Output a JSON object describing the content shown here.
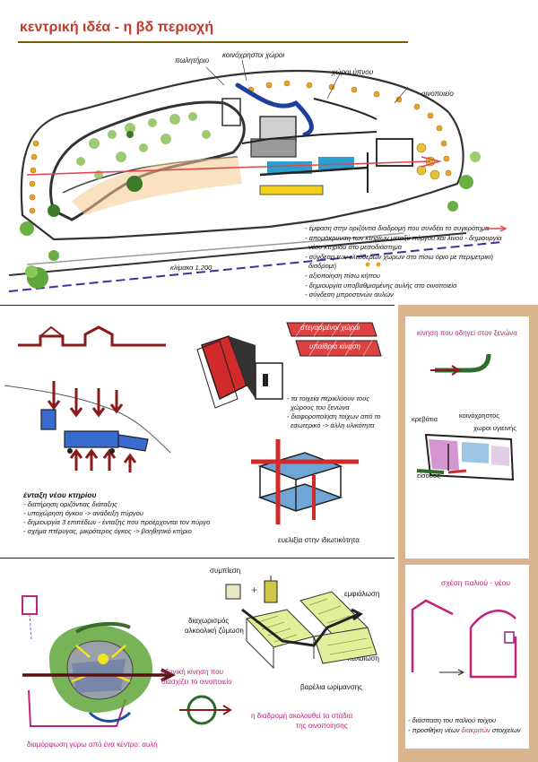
{
  "title": "κεντρική ιδέα - η βδ περιοχή",
  "colors": {
    "title": "#c0392b",
    "accent_line": "#7a5a00",
    "panel": "#d9b48f",
    "magenta": "#c2227a",
    "darkred": "#8b1a1a",
    "green": "#2e7d32",
    "blue": "#2c5aa0"
  },
  "site_plan": {
    "labels": {
      "shop": "πωλητήριο",
      "common": "κοινόχρηστοι χώροι",
      "sleep": "χώροι ύπνου",
      "winery": "οινοποιείο",
      "scale": "κλίμακα 1.200"
    },
    "notes": [
      "- έμφαση στην οριζόντια διαδρομή που συνδέει το συγκρότημα",
      "- απομάκρυνση των κτηρίων μεταξύ πύργου και λινού - δημιουργία",
      "νέου κτηρίου στο μεσοδιάστημα",
      "- σύνδεση των ελεύθερων χώρων στο πίσω όριο με περιμετρική",
      "διαδρομή",
      "- αξιοποίηση πίσω κήπου",
      "- δημιουργία υποβαθμισμένης αυλής στο οινοποιείο",
      "- σύνδεση μπροστινών αυλών"
    ]
  },
  "section2": {
    "labels": {
      "covered": "στεγασμένοι χώροι",
      "open": "υπαίθρια κίνηση",
      "flex": "ευελιξία στην ιδιωτικότητα"
    },
    "new_building_title": "ένταξη νέου κτηρίου",
    "new_building_items": [
      "- διατήρηση οριζόντιας διάταξης",
      "- υποχώρηση όγκου -> ανάδειξη πύργου",
      "- δημιουργία 3 επιπέδων - ένταξης που προέρχονται τον πύργο",
      "- σχήμα πτέρυγας, μικρότερος όγκος -> βοηθητικό κτήριο"
    ],
    "wall_notes": [
      "- τα τοιχεία περικλύουν τους",
      "χώρους του ξενώνα",
      "- διαφοροποίηση τοίχων από το",
      "εσωτερικό -> άλλη υλικότητα"
    ]
  },
  "side_panel": {
    "title": "κίνηση που οδηγεί στον ξενώνα",
    "labels": {
      "beds": "κρεβάτια",
      "common": "κοινόχρηστος",
      "wc": "χωροι υγιεινής",
      "entrance": "είσοδος"
    }
  },
  "section3": {
    "labels": {
      "press": "συμπίεση",
      "bottling": "εμφιάλωση",
      "sorting": "διαχωρισμός",
      "fermentation": "αλκοολική ζύμωση",
      "aging": "παλαίωση",
      "barrels": "βαρέλια ωρίμανσης"
    },
    "axial": [
      "αξονική κίνηση που",
      "διασχίζει το οινοποιείο"
    ],
    "route": [
      "η διαδρομή ακολουθεί τα στάδια",
      "της οινοποίησης"
    ],
    "center": "διαμόρφωση γύρω από ένα κέντρο: αυλή",
    "old_new": {
      "title": "σχέση παλιού - νέου",
      "item1": "- διάσπαση του παλιού τοίχου",
      "item2_prefix": "- προσθήκη νέων ",
      "item2_highlight": "διακριτών",
      "item2_suffix": " στοιχείων"
    }
  }
}
